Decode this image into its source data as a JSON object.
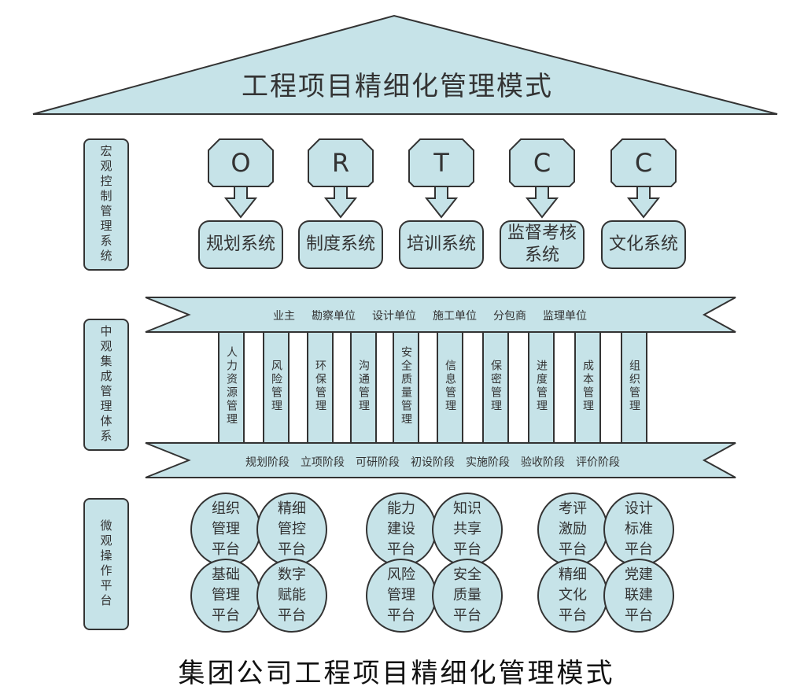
{
  "title": "工程项目精细化管理模式",
  "caption": "集团公司工程项目精细化管理模式",
  "colors": {
    "fill": "#c6e3e8",
    "stroke": "#333333"
  },
  "macro": {
    "label": "宏观控制管理系统",
    "letters": [
      "O",
      "R",
      "T",
      "C",
      "C"
    ],
    "systems": [
      "规划系统",
      "制度系统",
      "培训系统",
      "监督考核系统",
      "文化系统"
    ]
  },
  "meso": {
    "label": "中观集成管理体系",
    "top_band": [
      "业主",
      "勘察单位",
      "设计单位",
      "施工单位",
      "分包商",
      "监理单位"
    ],
    "columns": [
      "人力资源管理",
      "风险管理",
      "环保管理",
      "沟通管理",
      "安全质量管理",
      "信息管理",
      "保密管理",
      "进度管理",
      "成本管理",
      "组织管理"
    ],
    "bottom_band": [
      "规划阶段",
      "立项阶段",
      "可研阶段",
      "初设阶段",
      "实施阶段",
      "验收阶段",
      "评价阶段"
    ]
  },
  "micro": {
    "label": "微观操作平台",
    "clusters": [
      [
        "组织\n管理\n平台",
        "精细\n管控\n平台",
        "基础\n管理\n平台",
        "数字\n赋能\n平台"
      ],
      [
        "能力\n建设\n平台",
        "知识\n共享\n平台",
        "风险\n管理\n平台",
        "安全\n质量\n平台"
      ],
      [
        "考评\n激励\n平台",
        "设计\n标准\n平台",
        "精细\n文化\n平台",
        "党建\n联建\n平台"
      ]
    ]
  }
}
